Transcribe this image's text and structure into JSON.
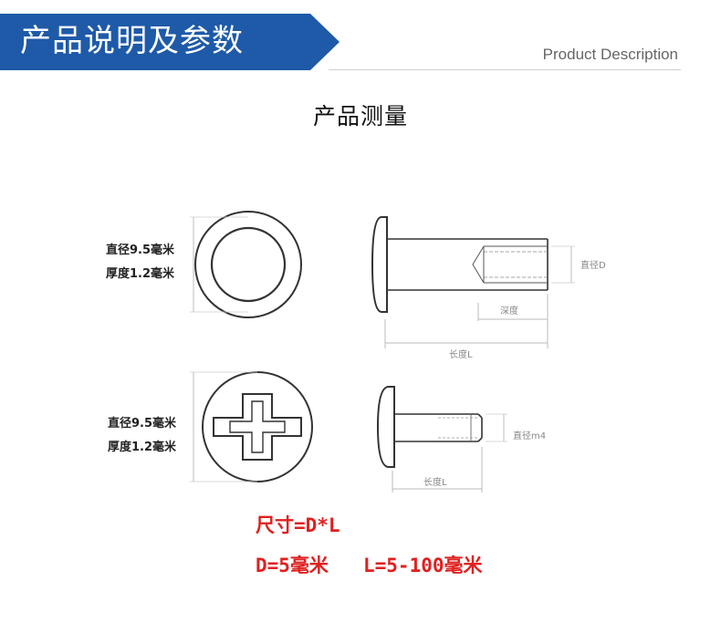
{
  "header": {
    "title": "产品说明及参数",
    "subtitle": "Product Description",
    "bar_color": "#1e5aa8"
  },
  "section": {
    "title": "产品测量"
  },
  "figure1": {
    "diameter_label": "直径9.5毫米",
    "thickness_label": "厚度1.2毫米",
    "side_diameter_label": "直径D",
    "depth_label": "深度",
    "length_label": "长度L"
  },
  "figure2": {
    "diameter_label": "直径9.5毫米",
    "thickness_label": "厚度1.2毫米",
    "side_diameter_label": "直径m4",
    "length_label": "长度L"
  },
  "size_info": {
    "formula": "尺寸=D*L",
    "d_value": "D=5毫米",
    "l_value": "L=5-100毫米",
    "text_color": "#e02020"
  }
}
